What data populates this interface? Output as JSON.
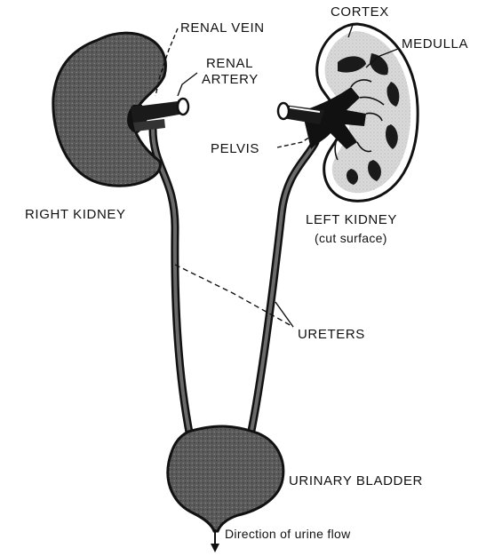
{
  "labels": {
    "renal_vein": "RENAL VEIN",
    "renal_artery_1": "RENAL",
    "renal_artery_2": "ARTERY",
    "cortex": "CORTEX",
    "medulla": "MEDULLA",
    "pelvis": "PELVIS",
    "right_kidney": "RIGHT KIDNEY",
    "left_kidney_1": "LEFT KIDNEY",
    "left_kidney_2": "(cut surface)",
    "ureters": "URETERS",
    "urinary_bladder": "URINARY BLADDER",
    "urine_flow": "Direction of urine flow"
  }
}
